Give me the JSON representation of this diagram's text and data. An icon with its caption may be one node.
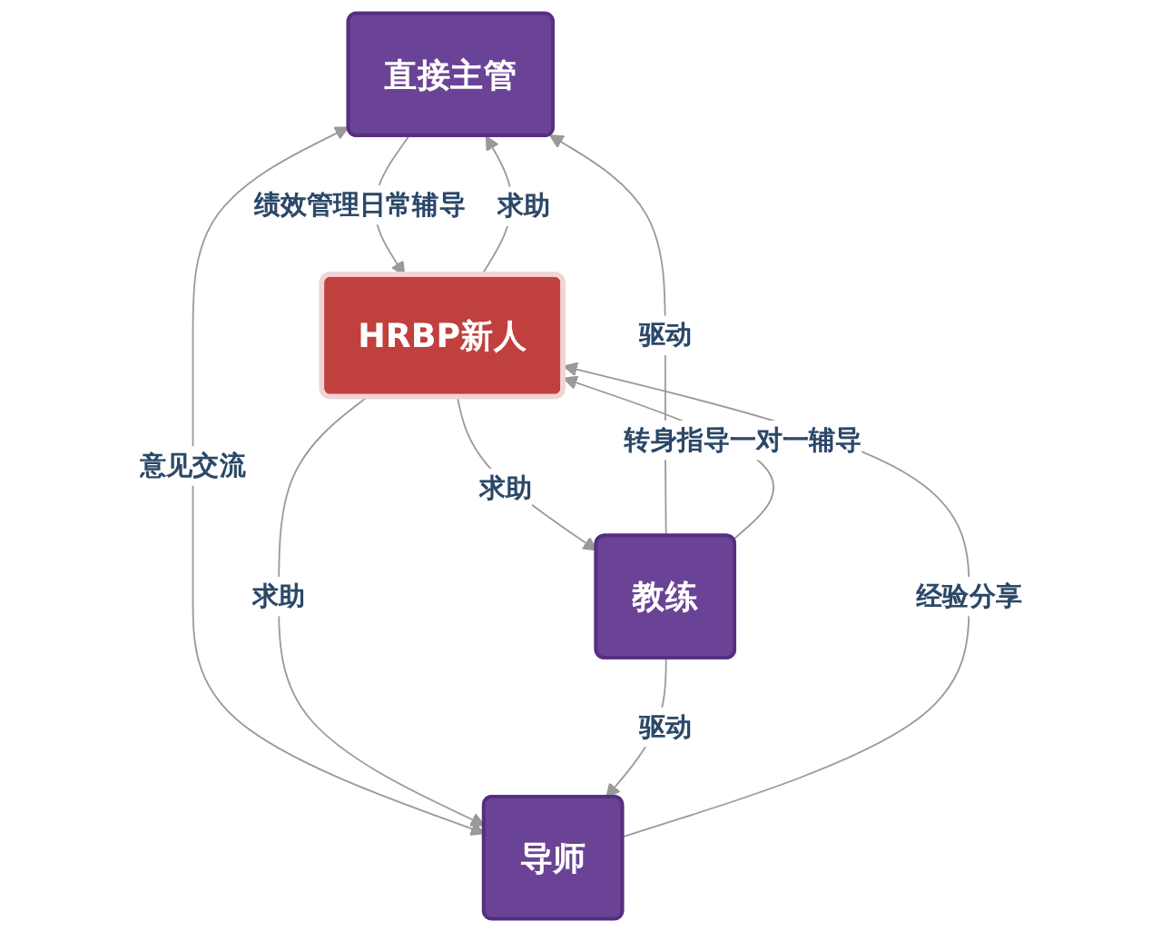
{
  "diagram": {
    "nodes": [
      {
        "text": [
          "直接主管"
        ]
      },
      {
        "text": [
          "HRBP新人"
        ]
      },
      {
        "text": [
          "教练"
        ]
      },
      {
        "text": [
          "导师"
        ]
      }
    ],
    "edges": [
      {
        "from": 2,
        "to": 0,
        "arrow": "to",
        "label": "驱动"
      },
      {
        "from": 1,
        "to": 0,
        "arrow": "to",
        "label": "求助"
      },
      {
        "from": 0,
        "to": 1,
        "arrow": "to",
        "label": "绩效管理日常辅导"
      },
      {
        "from": 0,
        "to": 3,
        "arrow": "both",
        "label": "意见交流"
      },
      {
        "from": 1,
        "to": 2,
        "arrow": "to",
        "label": "求助"
      },
      {
        "from": 2,
        "to": 1,
        "arrow": "to",
        "label": "转身指导一对一辅导"
      },
      {
        "from": 1,
        "to": 3,
        "arrow": "to",
        "label": "求助"
      },
      {
        "from": 3,
        "to": 1,
        "arrow": "to",
        "label": "经验分享"
      },
      {
        "from": 2,
        "to": 3,
        "arrow": "to",
        "label": "驱动"
      }
    ]
  }
}
